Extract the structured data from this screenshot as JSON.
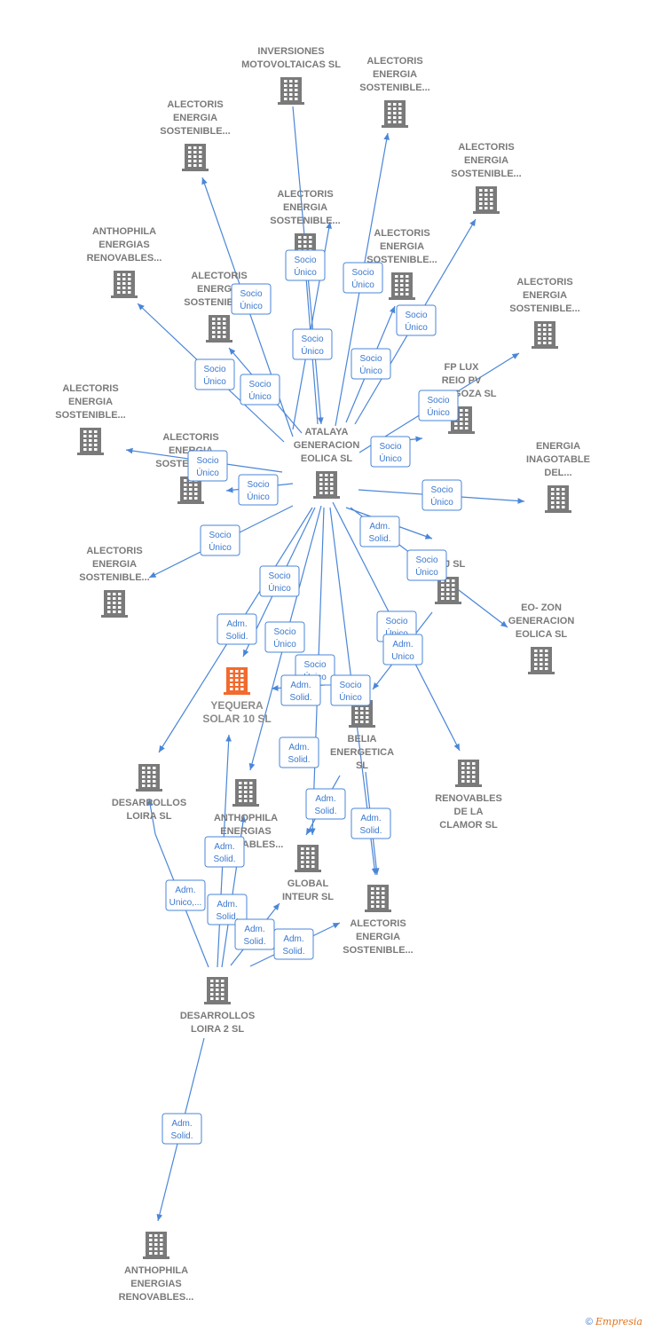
{
  "nodes": [
    {
      "id": "atalaya",
      "label": [
        "ATALAYA",
        "GENERACION",
        "EOLICA  SL"
      ]
    },
    {
      "id": "inversiones",
      "label": [
        "INVERSIONES",
        "MOTOVOLTAICAS SL"
      ]
    },
    {
      "id": "alect_top_r",
      "label": [
        "ALECTORIS",
        "ENERGIA",
        "SOSTENIBLE..."
      ]
    },
    {
      "id": "alect_top_l",
      "label": [
        "ALECTORIS",
        "ENERGIA",
        "SOSTENIBLE..."
      ]
    },
    {
      "id": "alect_right1",
      "label": [
        "ALECTORIS",
        "ENERGIA",
        "SOSTENIBLE..."
      ]
    },
    {
      "id": "alect_mid",
      "label": [
        "ALECTORIS",
        "ENERGIA",
        "SOSTENIBLE..."
      ]
    },
    {
      "id": "alect_mid2",
      "label": [
        "ALECTORIS",
        "ENERGIA",
        "SOSTENIBLE..."
      ]
    },
    {
      "id": "anthophila_1",
      "label": [
        "ANTHOPHILA",
        "ENERGIAS",
        "RENOVABLES..."
      ]
    },
    {
      "id": "alect_inner",
      "label": [
        "ALECTORIS",
        "ENERGIA",
        "SOSTENIBLE..."
      ]
    },
    {
      "id": "alect_right2",
      "label": [
        "ALECTORIS",
        "ENERGIA",
        "SOSTENIBLE..."
      ]
    },
    {
      "id": "fplux",
      "label": [
        "FP LUX",
        "REIO PV",
        "ZARAGOZA  SL"
      ]
    },
    {
      "id": "alect_left",
      "label": [
        "ALECTORIS",
        "ENERGIA",
        "SOSTENIBLE..."
      ]
    },
    {
      "id": "alect_left2",
      "label": [
        "ALECTORIS",
        "ENERGIA",
        "SOSTENIBLE..."
      ]
    },
    {
      "id": "energia_inag",
      "label": [
        "ENERGIA",
        "INAGOTABLE",
        "DEL..."
      ]
    },
    {
      "id": "alect_low",
      "label": [
        "ALECTORIS",
        "ENERGIA",
        "SOSTENIBLE..."
      ]
    },
    {
      "id": "byj",
      "label": [
        "BYJ SL"
      ]
    },
    {
      "id": "eozon",
      "label": [
        "EO- ZON",
        "GENERACION",
        "EOLICA  SL"
      ]
    },
    {
      "id": "yequera",
      "label": [
        "YEQUERA",
        "SOLAR 10  SL"
      ]
    },
    {
      "id": "belia",
      "label": [
        "BELIA",
        "ENERGETICA",
        "SL"
      ]
    },
    {
      "id": "desarrollos_loira",
      "label": [
        "DESARROLLOS",
        "LOIRA SL"
      ]
    },
    {
      "id": "anthophila_2",
      "label": [
        "ANTHOPHILA",
        "ENERGIAS",
        "RENOVABLES..."
      ]
    },
    {
      "id": "renovables_clamor",
      "label": [
        "RENOVABLES",
        "DE LA",
        "CLAMOR  SL"
      ]
    },
    {
      "id": "global_inteur",
      "label": [
        "GLOBAL",
        "INTEUR  SL"
      ]
    },
    {
      "id": "alect_bottom",
      "label": [
        "ALECTORIS",
        "ENERGIA",
        "SOSTENIBLE..."
      ]
    },
    {
      "id": "desarrollos_loira2",
      "label": [
        "DESARROLLOS",
        "LOIRA 2  SL"
      ]
    },
    {
      "id": "anthophila_3",
      "label": [
        "ANTHOPHILA",
        "ENERGIAS",
        "RENOVABLES..."
      ]
    }
  ],
  "relations": [
    {
      "label": [
        "Socio",
        "Único"
      ]
    },
    {
      "label": [
        "Socio",
        "Único"
      ]
    },
    {
      "label": [
        "Socio",
        "Único"
      ]
    },
    {
      "label": [
        "Socio",
        "Único"
      ]
    },
    {
      "label": [
        "Socio",
        "Único"
      ]
    },
    {
      "label": [
        "Socio",
        "Único"
      ]
    },
    {
      "label": [
        "Socio",
        "Único"
      ]
    },
    {
      "label": [
        "Socio",
        "Único"
      ]
    },
    {
      "label": [
        "Socio",
        "Único"
      ]
    },
    {
      "label": [
        "Socio",
        "Único"
      ]
    },
    {
      "label": [
        "Socio",
        "Único"
      ]
    },
    {
      "label": [
        "Socio",
        "Único"
      ]
    },
    {
      "label": [
        "Socio",
        "Único"
      ]
    },
    {
      "label": [
        "Socio",
        "Único"
      ]
    },
    {
      "label": [
        "Adm.",
        "Solid."
      ]
    },
    {
      "label": [
        "Socio",
        "Único"
      ]
    },
    {
      "label": [
        "Socio",
        "Único"
      ]
    },
    {
      "label": [
        "Adm.",
        "Solid."
      ]
    },
    {
      "label": [
        "Socio",
        "Único"
      ]
    },
    {
      "label": [
        "Socio",
        "Único"
      ]
    },
    {
      "label": [
        "Adm.",
        "Unico"
      ]
    },
    {
      "label": [
        "Socio",
        "Único"
      ]
    },
    {
      "label": [
        "Adm.",
        "Solid."
      ]
    },
    {
      "label": [
        "Socio",
        "Único"
      ]
    },
    {
      "label": [
        "Adm.",
        "Solid."
      ]
    },
    {
      "label": [
        "Adm.",
        "Solid."
      ]
    },
    {
      "label": [
        "Adm.",
        "Solid."
      ]
    },
    {
      "label": [
        "Adm.",
        "Solid."
      ]
    },
    {
      "label": [
        "Adm.",
        "Unico,..."
      ]
    },
    {
      "label": [
        "Adm.",
        "Solid."
      ]
    },
    {
      "label": [
        "Adm.",
        "Solid."
      ]
    },
    {
      "label": [
        "Adm.",
        "Solid."
      ]
    },
    {
      "label": [
        "Adm.",
        "Solid."
      ]
    }
  ],
  "colors": {
    "edge": "#4a86d8",
    "building": "#7a7a7a",
    "focus": "#f26a2e",
    "label": "#7a7a7a"
  },
  "credit": {
    "symbol": "©",
    "brand": "Empresia"
  }
}
